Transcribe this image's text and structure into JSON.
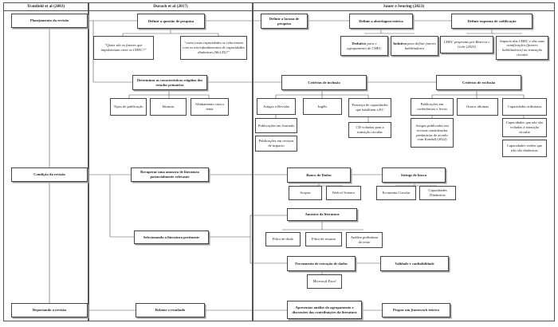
{
  "columns": [
    {
      "heading": "Tranfield et al (2003)"
    },
    {
      "heading": "Durach et al (2017)"
    },
    {
      "heading": "Sauer e Seuring (2023)"
    }
  ],
  "tranfield": {
    "planejamento": "Planejamento da revisão",
    "conducao": "Condição da revisão",
    "reportando": "Reportando a revisão"
  },
  "durach": {
    "definir_questao": "Definir a questão de pesquisa",
    "q1": "\"Quais são os fatores que impulsionam estes os CHEC?\"",
    "q2": "\"como essas capacidades se relacionam com os microfundamentos de capacidades dinâmicas (McCD)?\"",
    "determinar": "Determinar as características exigidas dos estudos primários",
    "tipo_pub": "Tipos de publicação",
    "idiomas": "Idiomas",
    "alinhamento": "Alinhamento com o tema",
    "recuperar": "Recuperar uma amostra de literatura potencialmente relevante",
    "selecionando": "Selecionando a literatura pertinente",
    "relatar": "Relatar o resultado"
  },
  "sauer": {
    "definir_busca": "Definir a lacuna de pesquisa",
    "abordagem": "Definir a abordagem teórica",
    "dedutivo_strong": "Dedutivo",
    "dedutivo_rest": " para o agrupamento de CHEC",
    "indutivo_strong": "Indutivo",
    "indutivo_rest": " para definir fatores habilitadores",
    "esquema": "Definir esquema de codificação",
    "chec_propostas": "CHEC propostas por Beserra e Gohr (2025)",
    "impacto": "Impacto das CHEC e das suas ramificações (fatores habilitadores) na transição circular",
    "criterios_inclusao": "Critérios de inclusão",
    "artigos_revisao": "Artigos e Revisão",
    "ingles": "Inglês",
    "presenca": "Presença de capacidades que habilitem a EC",
    "pub_journals": "Publicações em Journals",
    "pub_impacto": "Publicações em revistas de impacto",
    "cd_voltadas": "CD voltadas para a transição circular",
    "criterios_exclusao": "Critérios de exclusão",
    "pub_conferencias": "Publicações em conferências e livros",
    "outros_idiomas": "Outros idiomas",
    "cap_ordinarias": "Capacidades ordinárias",
    "artigos_revistas": "Artigos publicados em revistas consideradas predatórias de acordo com Kendall (2022)",
    "cap_transicao": "Capacidades que não são voltadas à transição circular",
    "cap_verdes": "Capacidades verdes que não são dinâmicas",
    "bases": "Banco de Dados",
    "scopus": "Scopus",
    "wos": "Web of Science",
    "strings": "Strings de busca",
    "economia": "Economia Circular",
    "cap_dinamicas": "Capacidades Dinâmicas",
    "amostra": "Amostra da literatura",
    "filtro_titulo": "Filtro de título",
    "filtro_resumo": "Filtro de resumo",
    "analise": "Análise preliminar do texto",
    "ferramenta": "Ferramenta de extração de dados",
    "validade": "Validade e confiabilidade",
    "excel": "Microsoft Excel",
    "apresentar": "Apresentar análise do agrupamento e discussões das contribuições da literatura",
    "propor_strong_a": "Propor um ",
    "propor_em": "framework",
    "propor_strong_b": " teórico"
  }
}
